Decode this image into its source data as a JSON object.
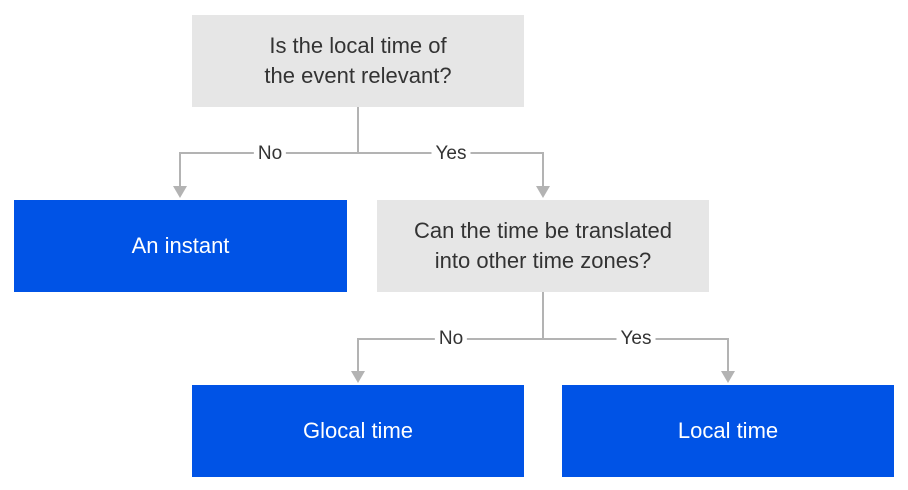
{
  "nodes": {
    "q1": {
      "text": "Is the local time of\nthe event relevant?"
    },
    "q2": {
      "text": "Can the time be translated\ninto other time zones?"
    },
    "a1": {
      "text": "An instant"
    },
    "a2": {
      "text": "Glocal time"
    },
    "a3": {
      "text": "Local time"
    }
  },
  "edges": {
    "q1_no": "No",
    "q1_yes": "Yes",
    "q2_no": "No",
    "q2_yes": "Yes"
  },
  "colors": {
    "question_fill": "#e6e6e6",
    "answer_fill": "#0053e6",
    "connector": "#b3b3b3"
  }
}
